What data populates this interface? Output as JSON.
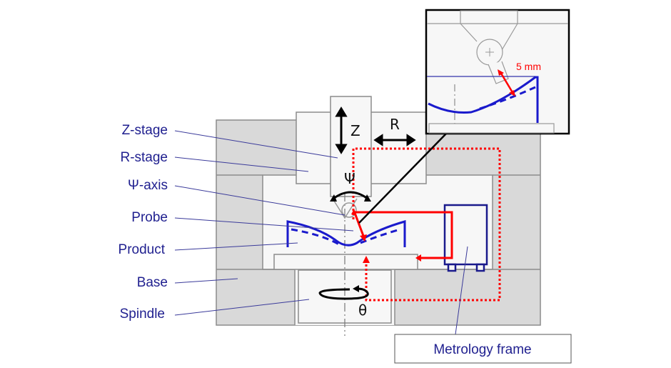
{
  "labels": {
    "z_stage": "Z-stage",
    "r_stage": "R-stage",
    "psi_axis": "Ψ-axis",
    "probe": "Probe",
    "product": "Product",
    "base": "Base",
    "spindle": "Spindle",
    "metrology_frame": "Metrology frame"
  },
  "symbols": {
    "z": "Z",
    "r": "R",
    "psi": "Ψ",
    "theta": "θ"
  },
  "inset": {
    "dimension": "5 mm"
  },
  "colors": {
    "frame": "#d9d9d9",
    "outline": "#8c8c8c",
    "product": "#1a1acc",
    "label": "#1f1f8f",
    "loop": "#ff0000"
  }
}
